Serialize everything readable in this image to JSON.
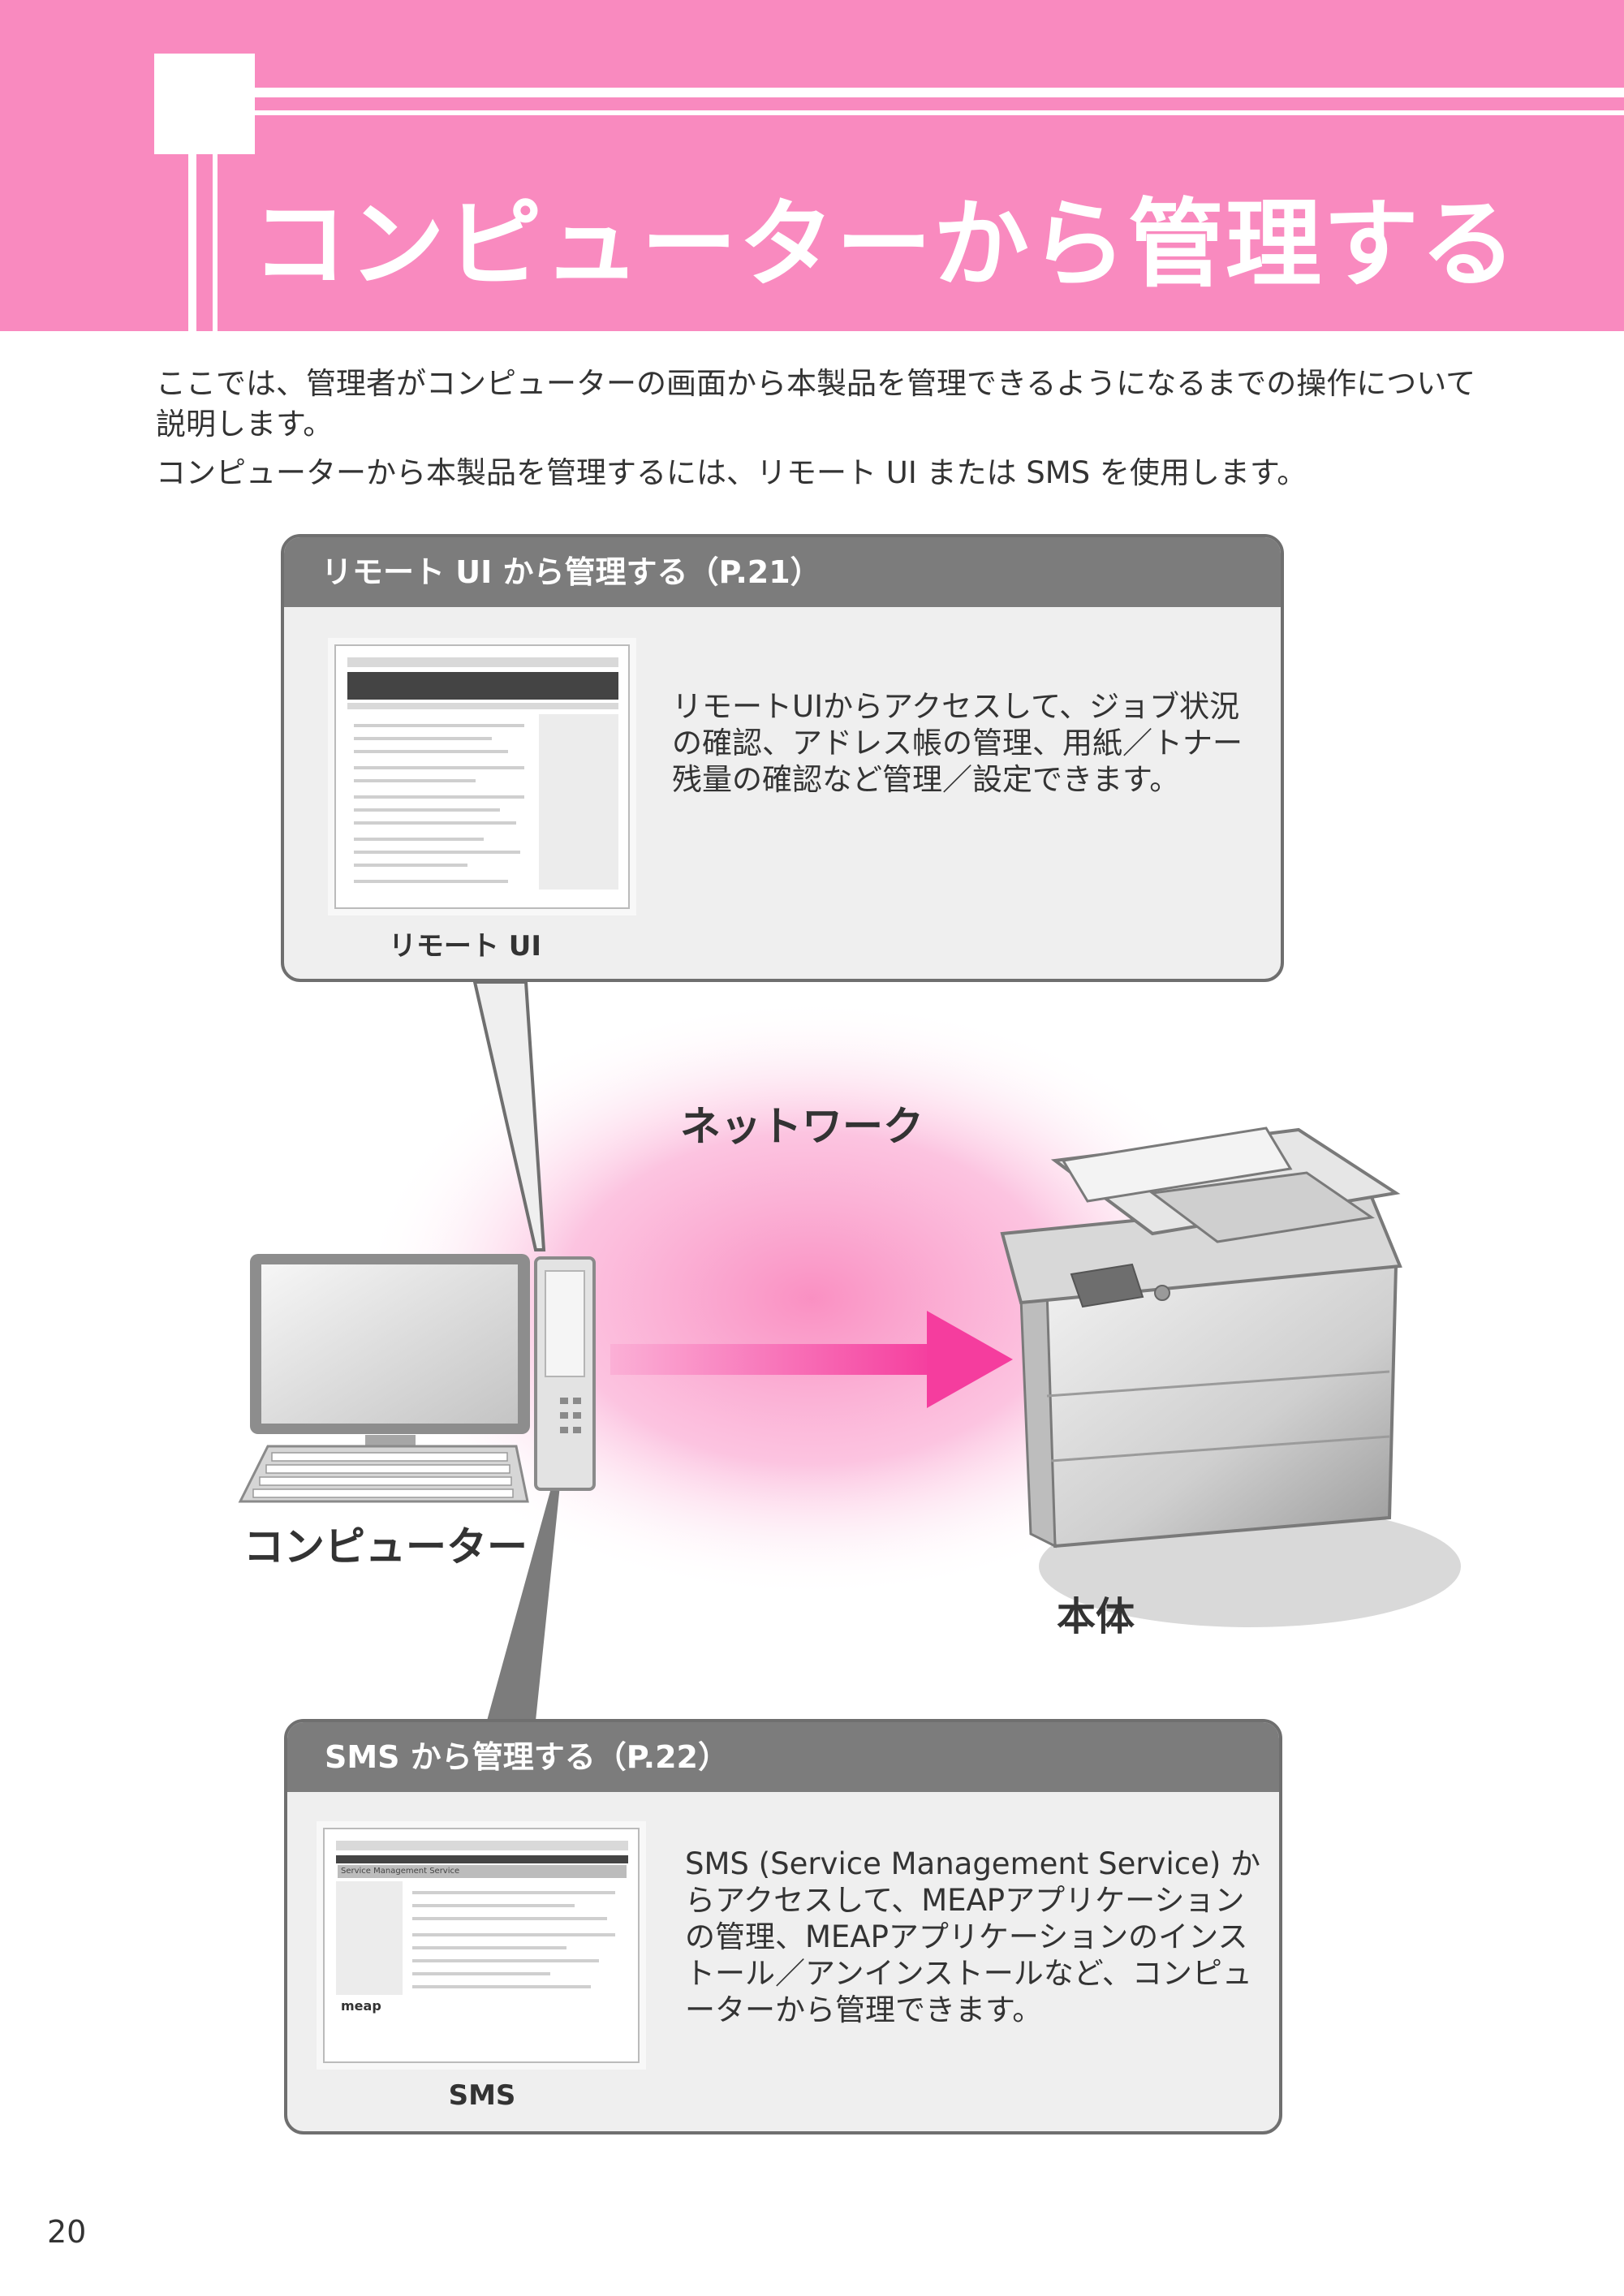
{
  "header": {
    "title": "コンピューターから管理する",
    "color": "#f98abf"
  },
  "intro": {
    "line1": "ここでは、管理者がコンピューターの画面から本製品を管理できるようになるまでの操作について説明します。",
    "line2": "コンピューターから本製品を管理するには、リモート UI または SMS を使用します。"
  },
  "remote_ui": {
    "heading": "リモート UI から管理する（P.21）",
    "description": "リモートUIからアクセスして、ジョブ状況の確認、アドレス帳の管理、用紙／トナー残量の確認など管理／設定できます。",
    "caption": "リモート UI"
  },
  "diagram": {
    "network_label": "ネットワーク",
    "computer_label": "コンピューター",
    "device_label": "本体",
    "accent_color": "#f53d9e"
  },
  "sms": {
    "heading": "SMS から管理する（P.22）",
    "description": "SMS (Service Management Service) からアクセスして、MEAPアプリケーションの管理、MEAPアプリケーションのインストール／アンインストールなど、コンピューターから管理できます。",
    "caption": "SMS",
    "logo_text": "meap",
    "screen_title": "Service Management Service"
  },
  "footer": {
    "page_number": "20"
  }
}
